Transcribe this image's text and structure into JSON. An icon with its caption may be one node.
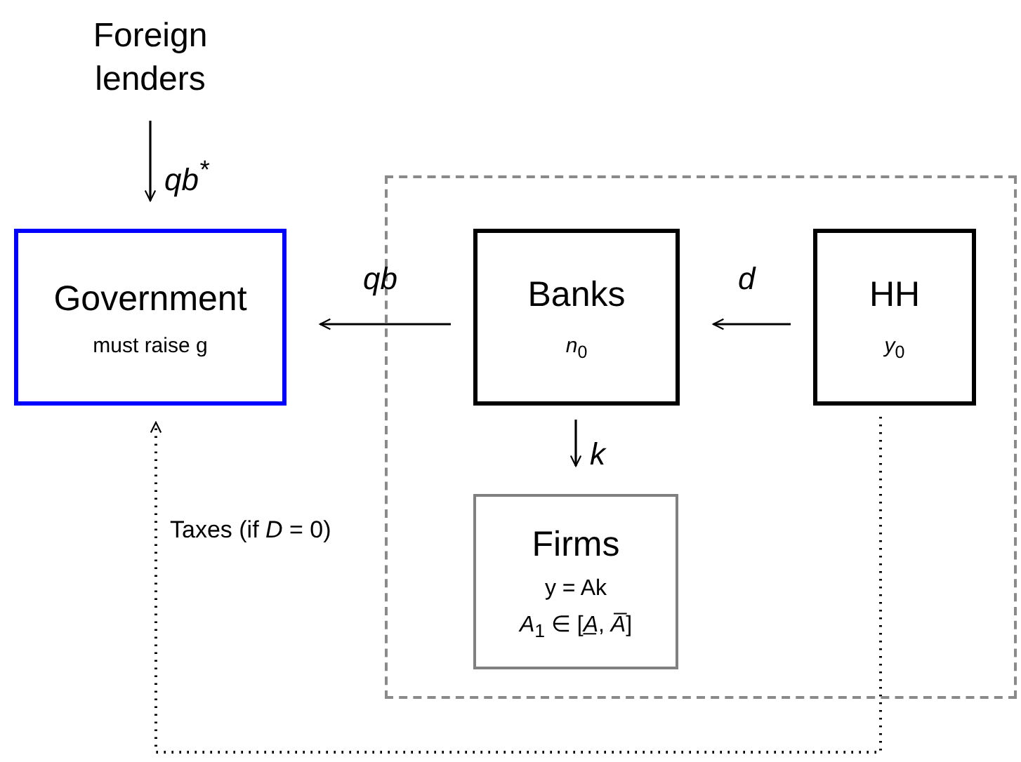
{
  "diagram": {
    "nodes": [
      {
        "text": [
          "Foreign lenders"
        ]
      },
      {
        "text": [
          "Government",
          "must raise g"
        ]
      },
      {
        "text": [],
        "shape": "box"
      },
      {
        "text": [
          "Banks",
          "*n*$_{0}$"
        ],
        "in": 2
      },
      {
        "text": [
          "HH",
          "*y*$_{0}$"
        ],
        "in": 2
      },
      {
        "text": [
          "Firms",
          "y = Ak",
          "*A*$_{1}$ ∈ [*A̲*, *A̅*]"
        ],
        "in": 2
      }
    ],
    "edges": [
      {
        "from": 0,
        "to": 1,
        "arrow": "to",
        "label": "*qb*$^{*}$"
      },
      {
        "from": 3,
        "to": 1,
        "arrow": "to",
        "label": "*qb*"
      },
      {
        "from": 4,
        "to": 3,
        "arrow": "to",
        "label": "*d*"
      },
      {
        "from": 3,
        "to": 5,
        "arrow": "to",
        "label": "*k*"
      },
      {
        "from": 4,
        "to": 1,
        "arrow": "to",
        "label": "Taxes (if *D* = 0)",
        "style": "dashed"
      }
    ]
  }
}
